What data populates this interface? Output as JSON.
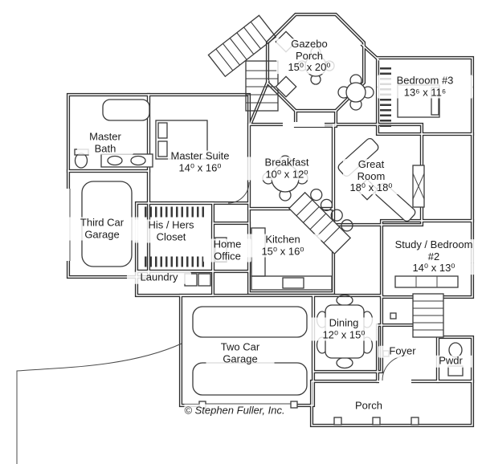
{
  "plan": {
    "copyright": "© Stephen Fuller, Inc.",
    "colors": {
      "ink": "#2d2d2d",
      "paper": "#ffffff"
    }
  },
  "rooms": [
    {
      "id": "gazebo-porch",
      "name": "Gazebo Porch",
      "dims": "15⁰ x 20⁰"
    },
    {
      "id": "bedroom-3",
      "name": "Bedroom #3",
      "dims": "13⁶ x 11⁶"
    },
    {
      "id": "master-bath",
      "name": "Master Bath",
      "dims": ""
    },
    {
      "id": "master-suite",
      "name": "Master Suite",
      "dims": "14⁰ x 16⁰"
    },
    {
      "id": "breakfast",
      "name": "Breakfast",
      "dims": "10⁰ x 12⁰"
    },
    {
      "id": "great-room",
      "name": "Great Room",
      "dims": "18⁰ x 18⁰"
    },
    {
      "id": "third-car-garage",
      "name": "Third Car Garage",
      "dims": ""
    },
    {
      "id": "his-hers-closet",
      "name": "His / Hers Closet",
      "dims": ""
    },
    {
      "id": "home-office",
      "name": "Home Office",
      "dims": ""
    },
    {
      "id": "kitchen",
      "name": "Kitchen",
      "dims": "15⁰ x 16⁰"
    },
    {
      "id": "study-bedroom-2",
      "name": "Study / Bedroom #2",
      "dims": "14⁰ x 13⁰"
    },
    {
      "id": "laundry",
      "name": "Laundry",
      "dims": ""
    },
    {
      "id": "dining",
      "name": "Dining",
      "dims": "12⁰ x 15⁰"
    },
    {
      "id": "two-car-garage",
      "name": "Two Car Garage",
      "dims": ""
    },
    {
      "id": "foyer",
      "name": "Foyer",
      "dims": ""
    },
    {
      "id": "pwdr",
      "name": "Pwdr",
      "dims": ""
    },
    {
      "id": "porch",
      "name": "Porch",
      "dims": ""
    }
  ]
}
